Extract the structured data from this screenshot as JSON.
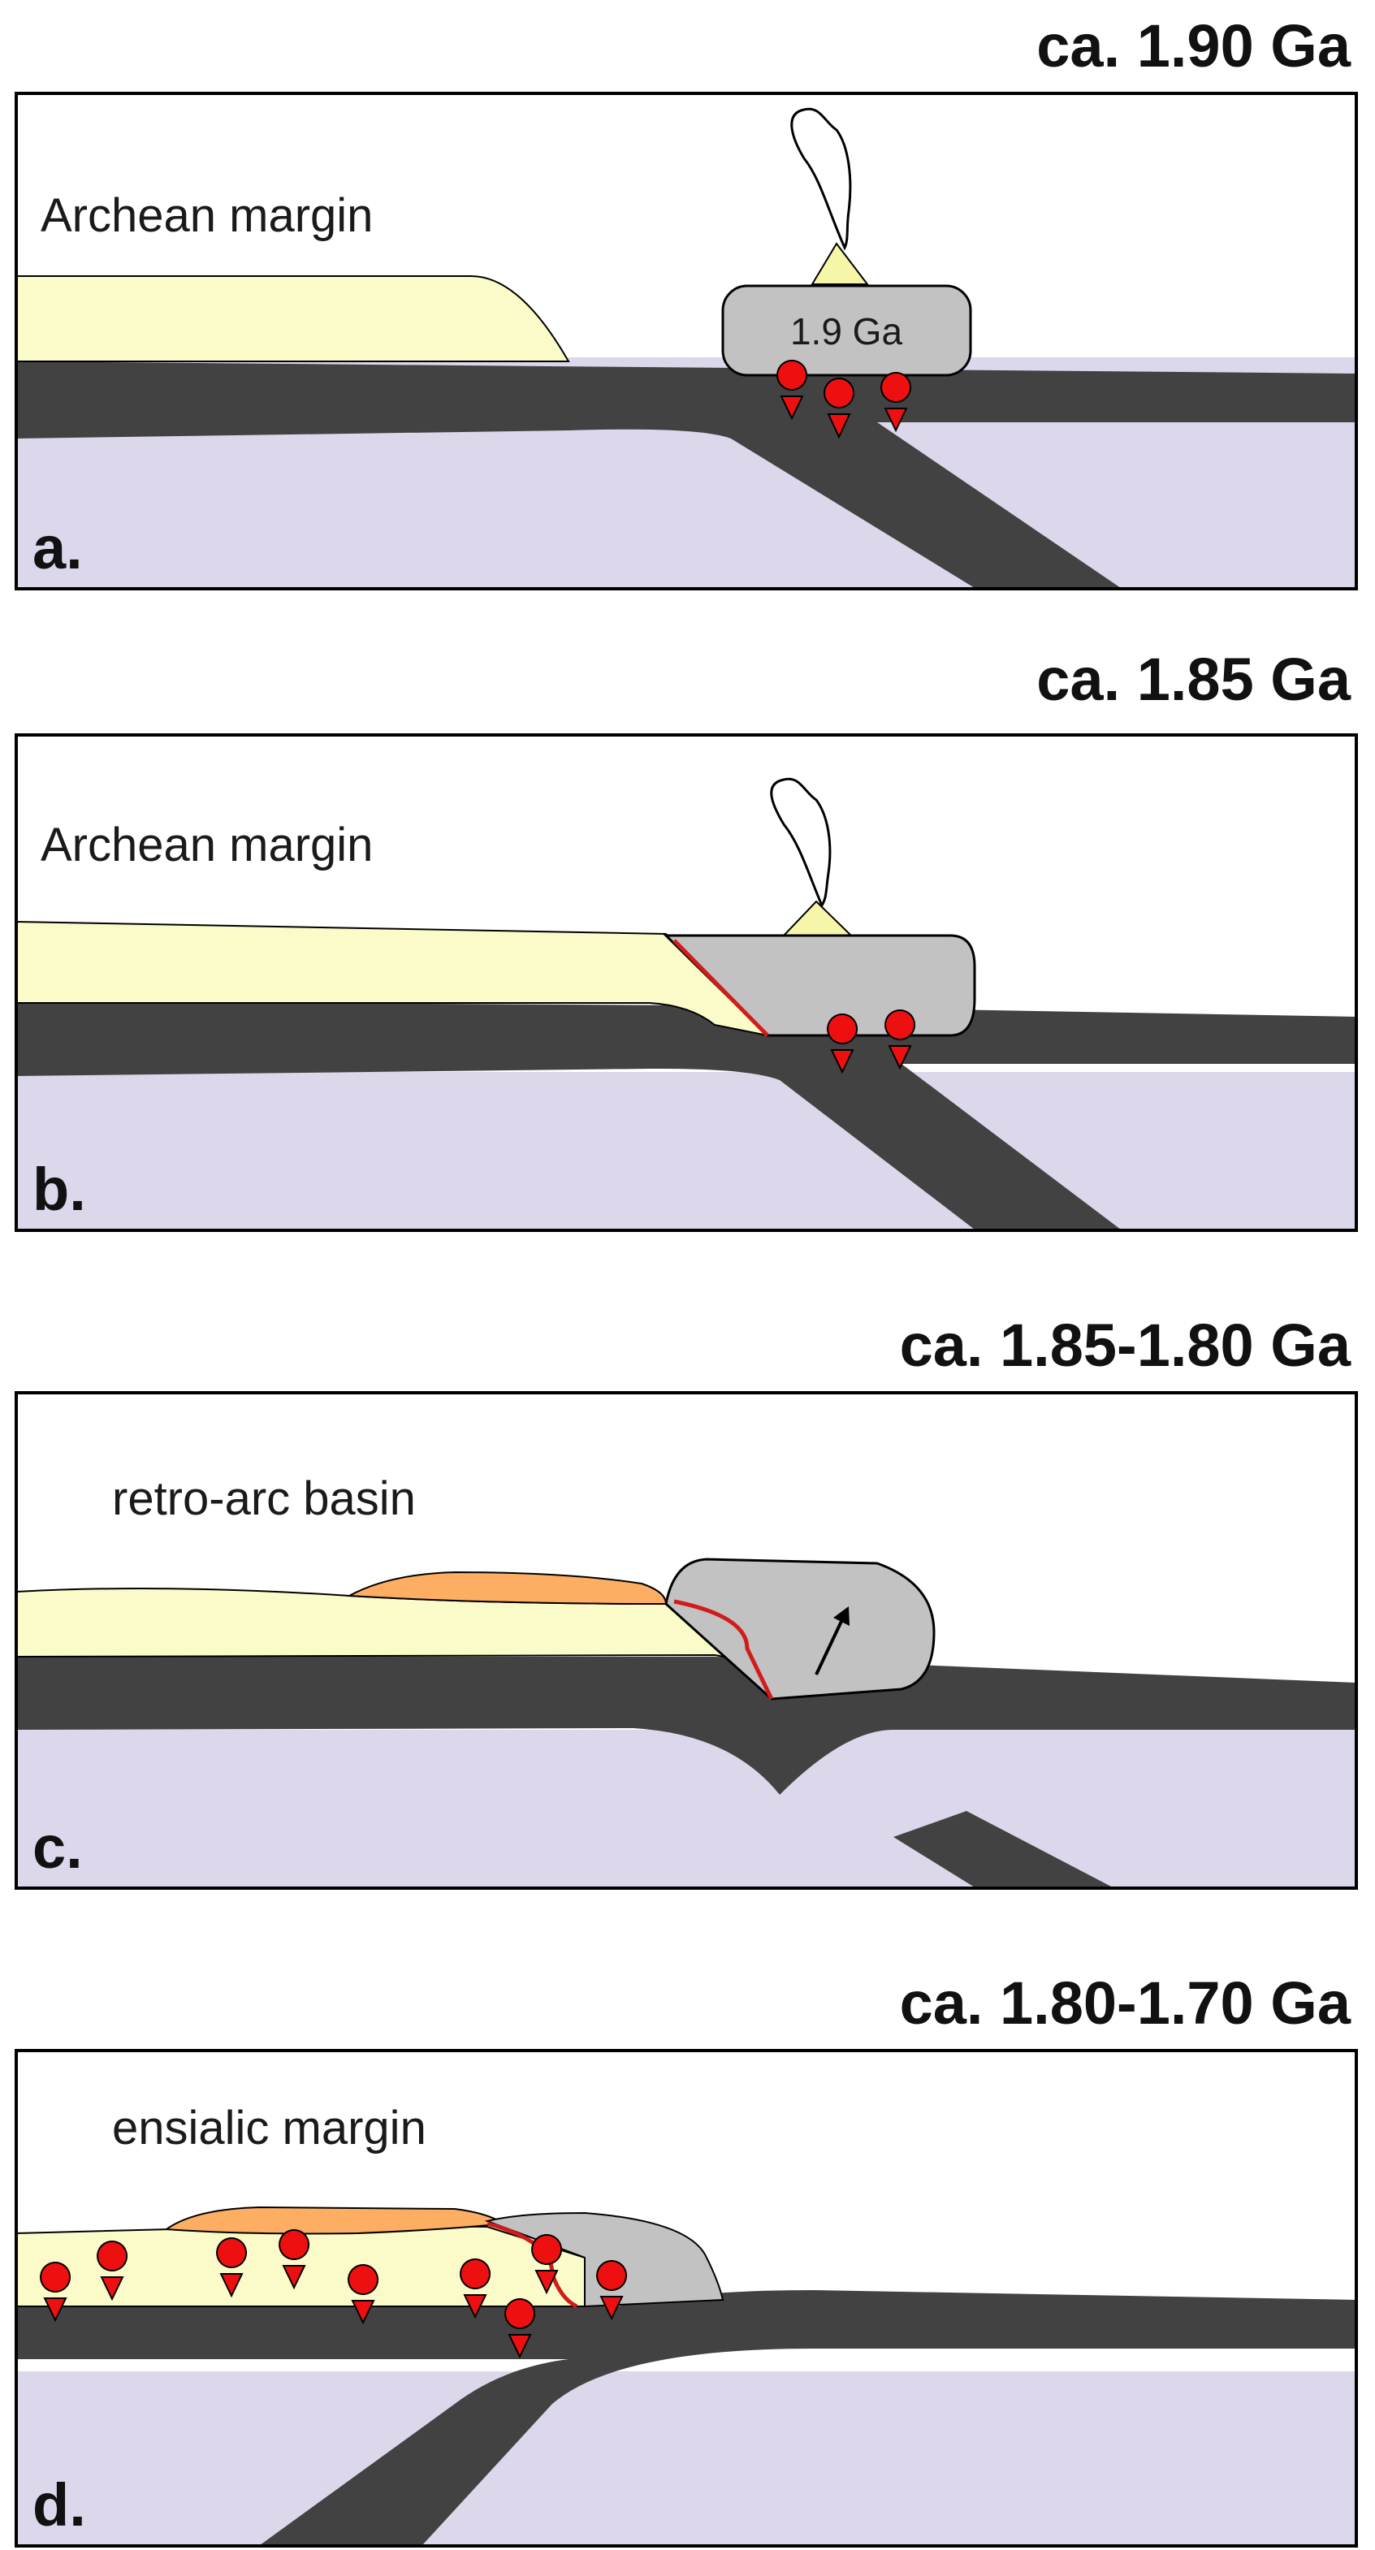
{
  "panels": [
    {
      "letter": "a.",
      "time": "ca. 1.90 Ga",
      "label": "Archean margin",
      "arc_label": "1.9 Ga"
    },
    {
      "letter": "b.",
      "time": "ca. 1.85 Ga",
      "label": "Archean margin"
    },
    {
      "letter": "c.",
      "time": "ca. 1.85-1.80 Ga",
      "label": "retro-arc basin"
    },
    {
      "letter": "d.",
      "time": "ca. 1.80-1.70 Ga",
      "label": "ensialic margin"
    }
  ],
  "colors": {
    "mantle": "#dcd7ea",
    "slab": "#424242",
    "archean_crust": "#fafbc8",
    "arc": "#c2c2c2",
    "basin_fill": "#fdae62",
    "fault": "#d21c1c",
    "melt": "#ee1010",
    "outline": "#000000"
  }
}
